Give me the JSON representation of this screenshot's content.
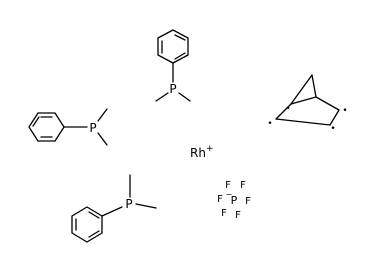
{
  "molecule": {
    "phosphine_atom": "P",
    "metal_cation": {
      "symbol": "Rh",
      "charge": "+"
    },
    "anion": {
      "center": "P",
      "charge": "−",
      "ligand": "F"
    },
    "radical_dot": "•"
  }
}
